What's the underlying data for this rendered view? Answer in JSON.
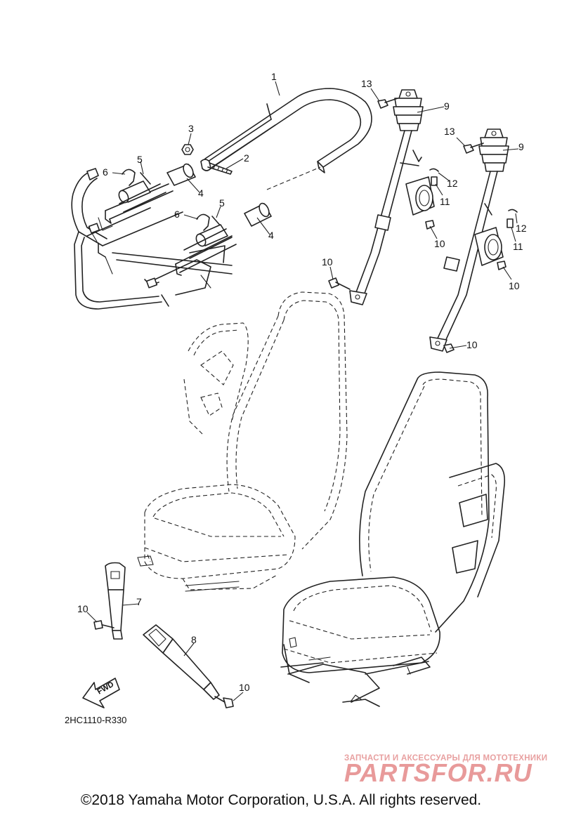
{
  "callouts": {
    "c1": "1",
    "c2": "2",
    "c3": "3",
    "c4a": "4",
    "c4b": "4",
    "c5a": "5",
    "c5b": "5",
    "c6a": "6",
    "c6b": "6",
    "c7": "7",
    "c8": "8",
    "c9a": "9",
    "c9b": "9",
    "c10a": "10",
    "c10b": "10",
    "c10c": "10",
    "c10d": "10",
    "c10e": "10",
    "c11a": "11",
    "c11b": "11",
    "c12a": "12",
    "c12b": "12",
    "c13a": "13",
    "c13b": "13"
  },
  "fwd_label": "FWD",
  "diagram_code": "2HC1110-R330",
  "watermark": {
    "tagline": "ЗАПЧАСТИ И АКСЕССУАРЫ ДЛЯ МОТОТЕХНИКИ",
    "brand": "PARTSFOR.RU"
  },
  "copyright": "©2018 Yamaha Motor Corporation, U.S.A. All rights reserved."
}
